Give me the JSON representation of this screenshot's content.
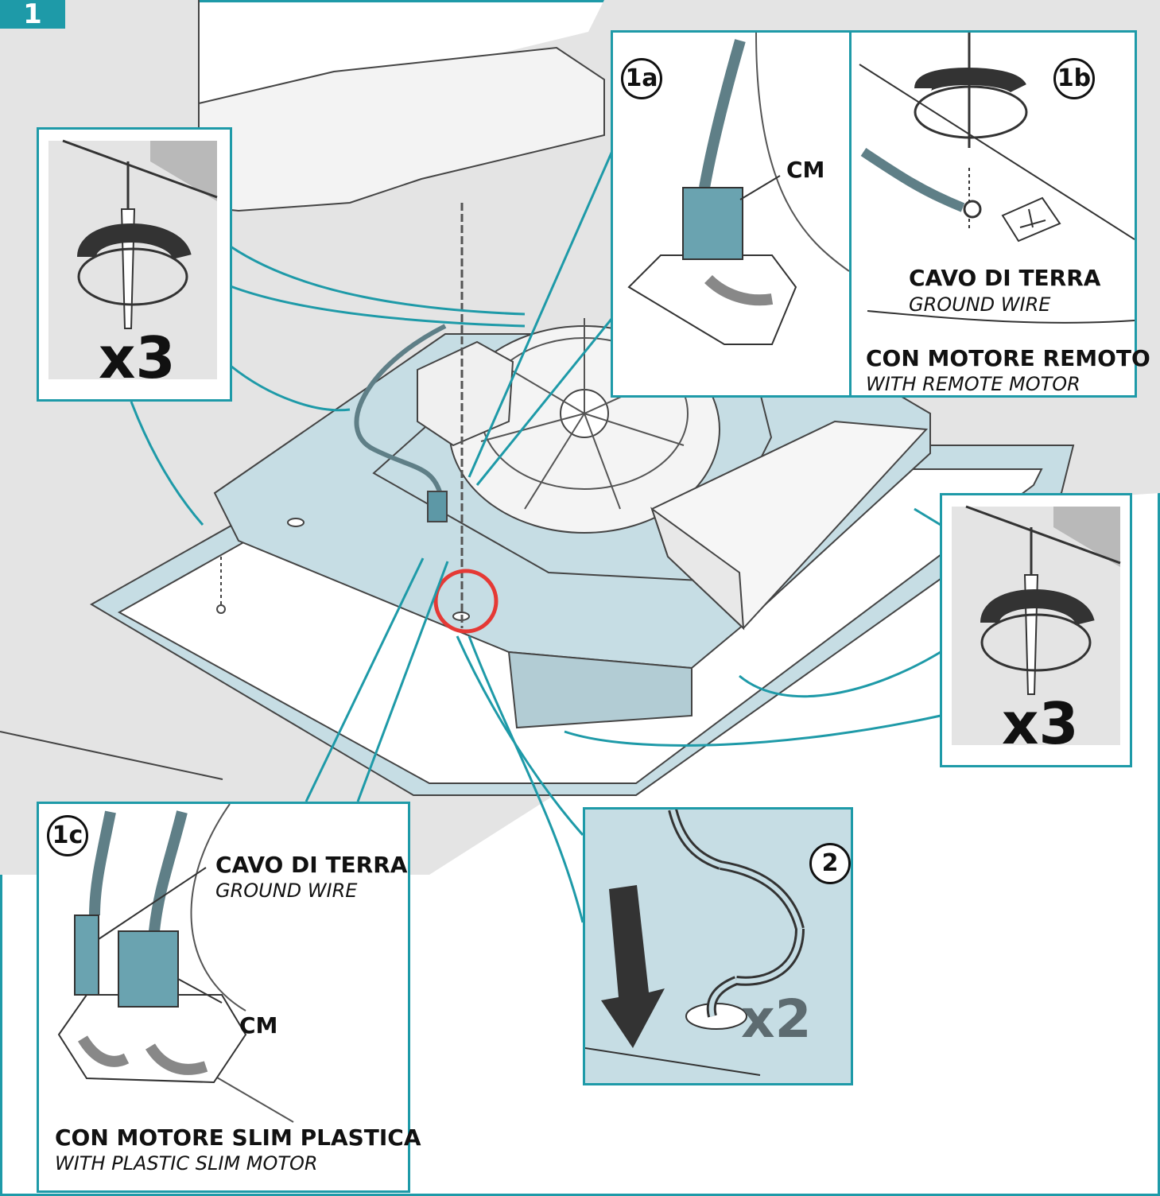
{
  "colors": {
    "accent": "#1e9aa8",
    "panel_blue": "#c6dde4",
    "ceiling_grey": "#e4e4e4",
    "highlight_red": "#e53935",
    "arrow_grey": "#8a8f92"
  },
  "step_number": "1",
  "panels": {
    "screws_left": {
      "multiplier": "x3",
      "icon": "screwdriver-rotate-icon"
    },
    "screws_right": {
      "multiplier": "x3",
      "icon": "screwdriver-rotate-icon"
    },
    "connector_1a": {
      "label": "1a",
      "connector_label": "CM",
      "icon": "connector-plug-icon"
    },
    "ground_1b": {
      "label": "1b",
      "wire_title": "CAVO DI TERRA",
      "wire_subtitle": "GROUND WIRE",
      "motor_title": "CON MOTORE REMOTO",
      "motor_subtitle": "WITH REMOTE MOTOR",
      "icon": "ground-symbol-icon"
    },
    "plastic_1c": {
      "label": "1c",
      "wire_title": "CAVO DI TERRA",
      "wire_subtitle": "GROUND WIRE",
      "connector_label": "CM",
      "motor_title": "CON MOTORE SLIM PLASTICA",
      "motor_subtitle": "WITH PLASTIC SLIM MOTOR"
    },
    "chain_2": {
      "label": "2",
      "multiplier": "x2",
      "icon": "chain-icon"
    }
  }
}
